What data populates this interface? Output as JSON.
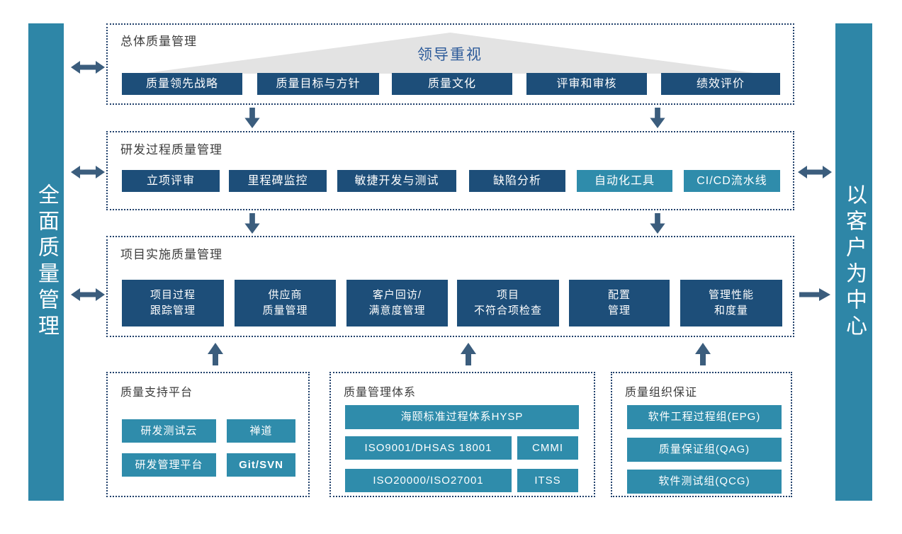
{
  "colors": {
    "navy_button": "#1d4e79",
    "teal_button": "#2f8cab",
    "side_bar": "#2e86a7",
    "arrow": "#3b5d7d",
    "dotted_border": "#20406b",
    "triangle_gray": "#e3e3e3",
    "leadership_text": "#2d5b9a",
    "section_title_text": "#3d3d3d"
  },
  "left_bar": {
    "label": "全面质量管理"
  },
  "right_bar": {
    "label": "以客户为中心"
  },
  "overall": {
    "title": "总体质量管理",
    "leadership": "领导重视",
    "buttons": [
      "质量领先战略",
      "质量目标与方针",
      "质量文化",
      "评审和审核",
      "绩效评价"
    ]
  },
  "rd_process": {
    "title": "研发过程质量管理",
    "buttons": [
      "立项评审",
      "里程碑监控",
      "敏捷开发与测试",
      "缺陷分析",
      "自动化工具",
      "CI/CD流水线"
    ]
  },
  "project_impl": {
    "title": "项目实施质量管理",
    "buttons": [
      "项目过程\n跟踪管理",
      "供应商\n质量管理",
      "客户回访/\n满意度管理",
      "项目\n不符合项检查",
      "配置\n管理",
      "管理性能\n和度量"
    ]
  },
  "support_platform": {
    "title": "质量支持平台",
    "buttons": [
      "研发测试云",
      "禅道",
      "研发管理平台",
      "Git/SVN"
    ]
  },
  "quality_system": {
    "title": "质量管理体系",
    "wide_button": "海颐标准过程体系HYSP",
    "buttons": [
      "ISO9001/DHSAS 18001",
      "CMMI",
      "ISO20000/ISO27001",
      "ITSS"
    ]
  },
  "org_assurance": {
    "title": "质量组织保证",
    "buttons": [
      "软件工程过程组(EPG)",
      "质量保证组(QAG)",
      "软件测试组(QCG)"
    ]
  }
}
